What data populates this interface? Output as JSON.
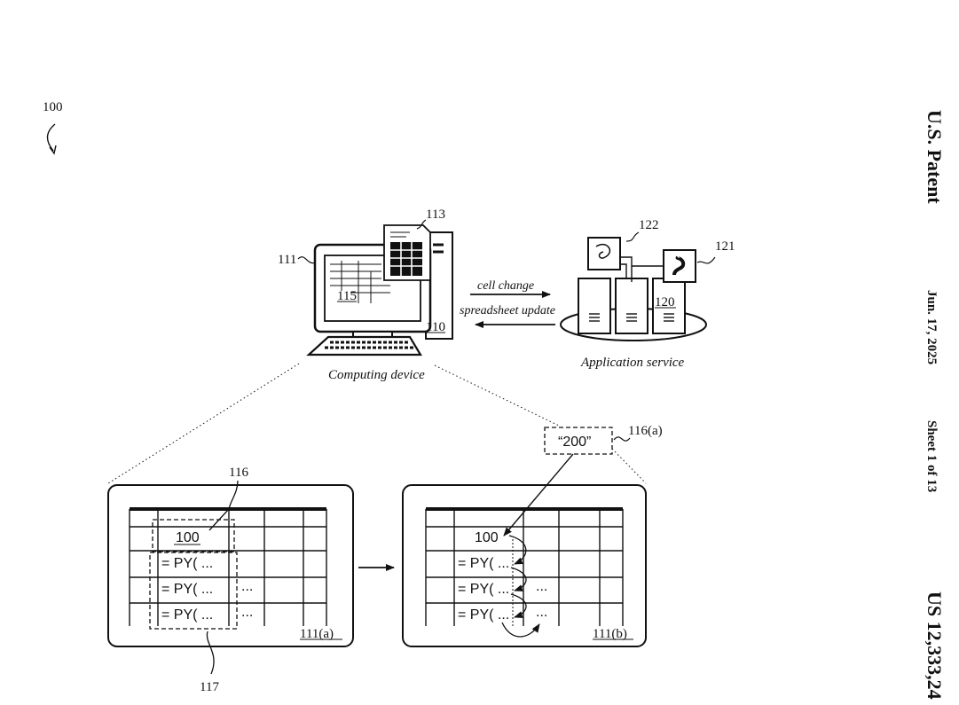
{
  "header": {
    "left": "U.S. Patent",
    "date": "Jun. 17, 2025",
    "sheet": "Sheet 1 of 13",
    "number": "US 12,333,24"
  },
  "refs": {
    "figure": "100",
    "device": "110",
    "display": "111",
    "display_a": "111(a)",
    "display_b": "111(b)",
    "spreadsheet_doc": "113",
    "spreadsheet_ui": "115",
    "cell_group": "116",
    "cell_value_new": "116(a)",
    "formula_group": "117",
    "service": "120",
    "service_module_a": "121",
    "service_module_b": "122"
  },
  "arrows": {
    "to_service": "cell change",
    "from_service": "spreadsheet update"
  },
  "captions": {
    "device": "Computing device",
    "service": "Application service"
  },
  "cells": {
    "value": "100",
    "formula": "= PY( ...",
    "ellipsis": "...",
    "new_value": "“200”"
  }
}
